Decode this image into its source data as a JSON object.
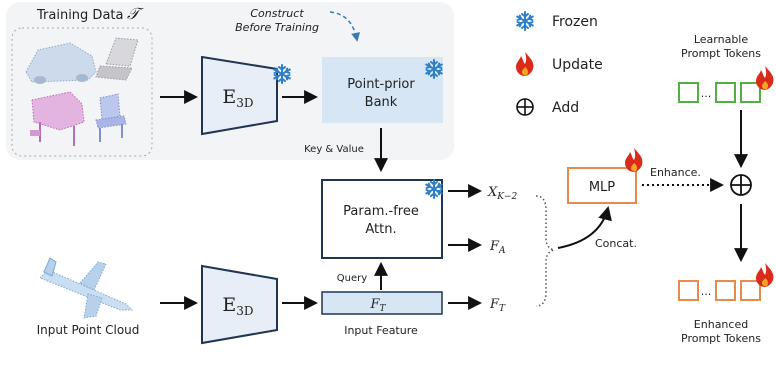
{
  "training": {
    "label": "Training Data",
    "symbol": "𝒯",
    "construct_line1": "Construct",
    "construct_line2": "Before Training"
  },
  "encoder": {
    "main": "E",
    "sub": "3D"
  },
  "bank": {
    "line1": "Point-prior",
    "line2": "Bank"
  },
  "edge_key_value": "Key & Value",
  "attn": {
    "line1": "Param.-free",
    "line2": "Attn."
  },
  "edge_query": "Query",
  "input_feature_box": {
    "main": "F",
    "sub": "T"
  },
  "input_feature_label": "Input Feature",
  "input_cloud_label": "Input Point Cloud",
  "outputs": {
    "xk": {
      "main": "X",
      "sub": "K−2"
    },
    "fa": {
      "main": "F",
      "sub": "A"
    },
    "ft": {
      "main": "F",
      "sub": "T"
    }
  },
  "concat": "Concat.",
  "mlp": "MLP",
  "enhance": "Enhance.",
  "legend": {
    "frozen": "Frozen",
    "update": "Update",
    "add": "Add"
  },
  "learnable": {
    "line1": "Learnable",
    "line2": "Prompt Tokens"
  },
  "enhanced": {
    "line1": "Enhanced",
    "line2": "Prompt Tokens"
  },
  "token_ellipsis": "...",
  "colors": {
    "frozen_blue": "#2f7fc8",
    "flame_red": "#d92a1a",
    "box_navy": "#1f3552",
    "bank_fill": "#d7e6f5",
    "token_green": "#52b043",
    "token_orange": "#e88a4a",
    "dashed_blue": "#3a78b8"
  }
}
